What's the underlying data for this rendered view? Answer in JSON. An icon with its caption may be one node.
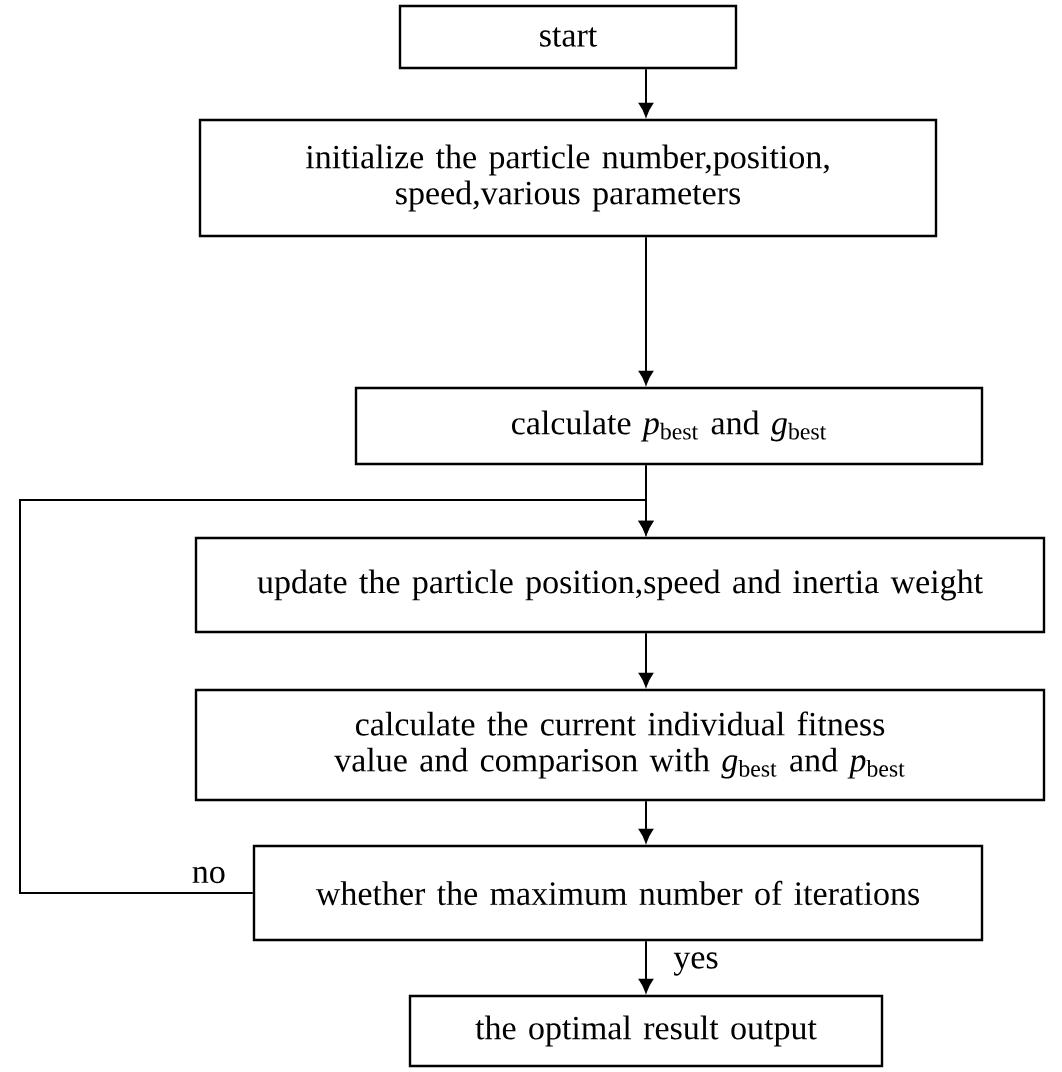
{
  "diagram": {
    "nodes": [
      {
        "text": [
          "start"
        ]
      },
      {
        "text": [
          "initialize the particle number,position, speed,various parameters"
        ]
      },
      {
        "text": [
          "calculate *p*$_{best}$ and *g*$_{best}$"
        ]
      },
      {
        "text": [
          "update the particle position,speed and inertia weight"
        ]
      },
      {
        "text": [
          "calculate the current individual fitness value and comparison with *g*$_{best}$ and *p*$_{best}$"
        ]
      },
      {
        "text": [
          "whether the maximum number of iterations"
        ]
      },
      {
        "text": [
          "the optimal result output"
        ]
      }
    ],
    "edges": [
      {
        "from": 0,
        "to": 1,
        "arrow": "to"
      },
      {
        "from": 1,
        "to": 2,
        "arrow": "to"
      },
      {
        "from": 2,
        "to": 3,
        "arrow": "to"
      },
      {
        "from": 3,
        "to": 4,
        "arrow": "to"
      },
      {
        "from": 4,
        "to": 5,
        "arrow": "to"
      },
      {
        "from": 5,
        "to": 3,
        "label": "no",
        "arrow": "to"
      },
      {
        "from": 5,
        "to": 6,
        "label": "yes",
        "arrow": "to"
      }
    ]
  }
}
